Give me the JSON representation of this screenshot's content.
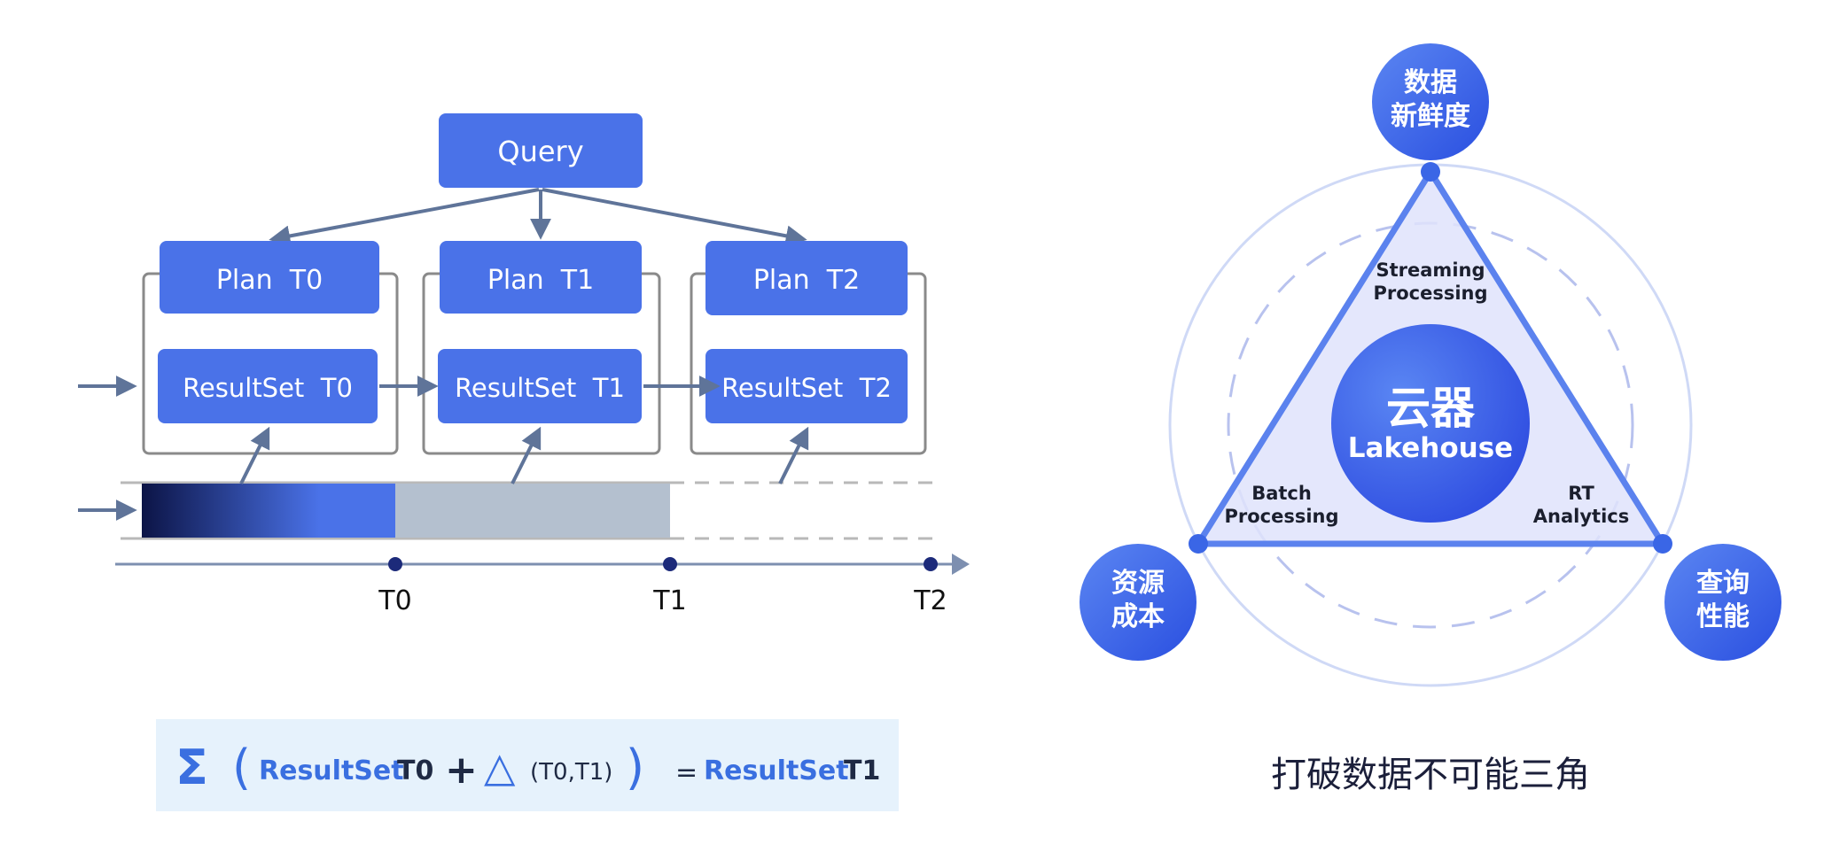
{
  "left_diagram": {
    "query_label": "Query",
    "plans": [
      "Plan  T0",
      "Plan  T1",
      "Plan  T2"
    ],
    "resultsets": [
      "ResultSet  T0",
      "ResultSet  T1",
      "ResultSet  T2"
    ],
    "timeline_ticks": [
      "T0",
      "T1",
      "T2"
    ]
  },
  "formula": {
    "sigma": "Σ",
    "open_paren": "(",
    "rs_blue_1": "ResultSet",
    "rs_dark_1": "T0",
    "plus": "+",
    "delta": "△",
    "delta_args": "(T0,T1)",
    "close_paren": ")",
    "equals": "=",
    "rs_blue_2": "ResultSet",
    "rs_dark_2": "T1"
  },
  "right_diagram": {
    "center_line1": "云器",
    "center_line2": "Lakehouse",
    "top_label_line1": "Streaming",
    "top_label_line2": "Processing",
    "left_label_line1": "Batch",
    "left_label_line2": "Processing",
    "right_label_line1": "RT",
    "right_label_line2": "Analytics",
    "top_circle_line1": "数据",
    "top_circle_line2": "新鲜度",
    "left_circle_line1": "资源",
    "left_circle_line2": "成本",
    "right_circle_line1": "查询",
    "right_circle_line2": "性能",
    "caption": "打破数据不可能三角"
  },
  "colors": {
    "node_blue": "#4a72e8",
    "arrow_gray": "#5f7499",
    "frame_gray": "#8a8a8a",
    "bar_gray": "#b4c0cf",
    "formula_bg": "#e6f2fc",
    "triangle_fill": "#dfe3fb",
    "triangle_stroke": "#5b82ee",
    "circle_gradient_start": "#5b86f2",
    "circle_gradient_end": "#2a4fe0"
  }
}
